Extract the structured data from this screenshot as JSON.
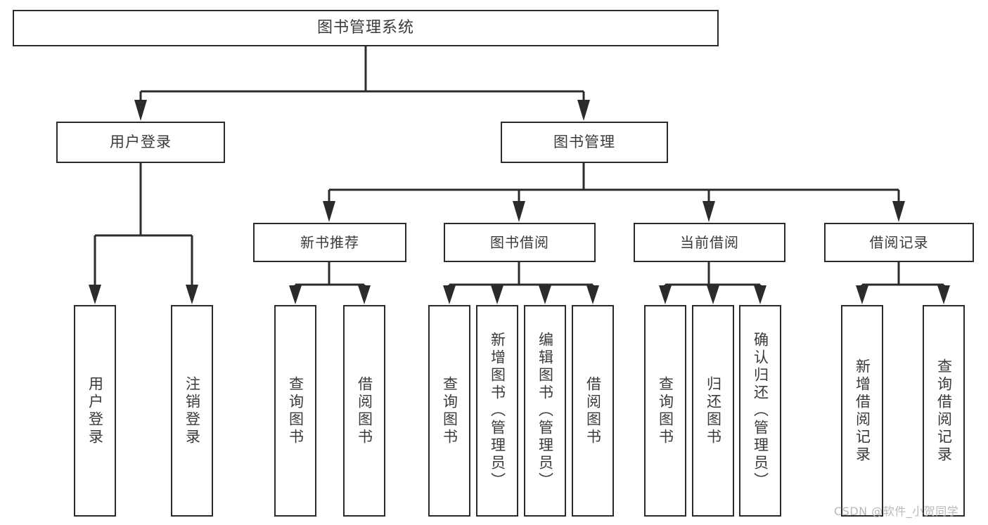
{
  "diagram": {
    "type": "tree",
    "title": "图书管理系统",
    "root": {
      "label": "图书管理系统"
    },
    "level2": [
      {
        "label": "用户登录"
      },
      {
        "label": "图书管理"
      }
    ],
    "level3": [
      {
        "label": "新书推荐"
      },
      {
        "label": "图书借阅"
      },
      {
        "label": "当前借阅"
      },
      {
        "label": "借阅记录"
      }
    ],
    "leaves": {
      "user_login": [
        {
          "label": "用户登录"
        },
        {
          "label": "注销登录"
        }
      ],
      "new_book_recommend": [
        {
          "label": "查询图书"
        },
        {
          "label": "借阅图书"
        }
      ],
      "book_borrow": [
        {
          "label": "查询图书"
        },
        {
          "label": "新增图书（管理员）"
        },
        {
          "label": "编辑图书（管理员）"
        },
        {
          "label": "借阅图书"
        }
      ],
      "current_borrow": [
        {
          "label": "查询图书"
        },
        {
          "label": "归还图书"
        },
        {
          "label": "确认归还（管理员）"
        }
      ],
      "borrow_record": [
        {
          "label": "新增借阅记录"
        },
        {
          "label": "查询借阅记录"
        }
      ]
    },
    "watermark": "CSDN @软件_小贺同学",
    "colors": {
      "box_border": "#2b2b2b",
      "box_fill": "#ffffff",
      "text": "#3a3a3a",
      "edge": "#2b2b2b",
      "watermark": "#b9b9b9",
      "background": "#ffffff"
    }
  }
}
